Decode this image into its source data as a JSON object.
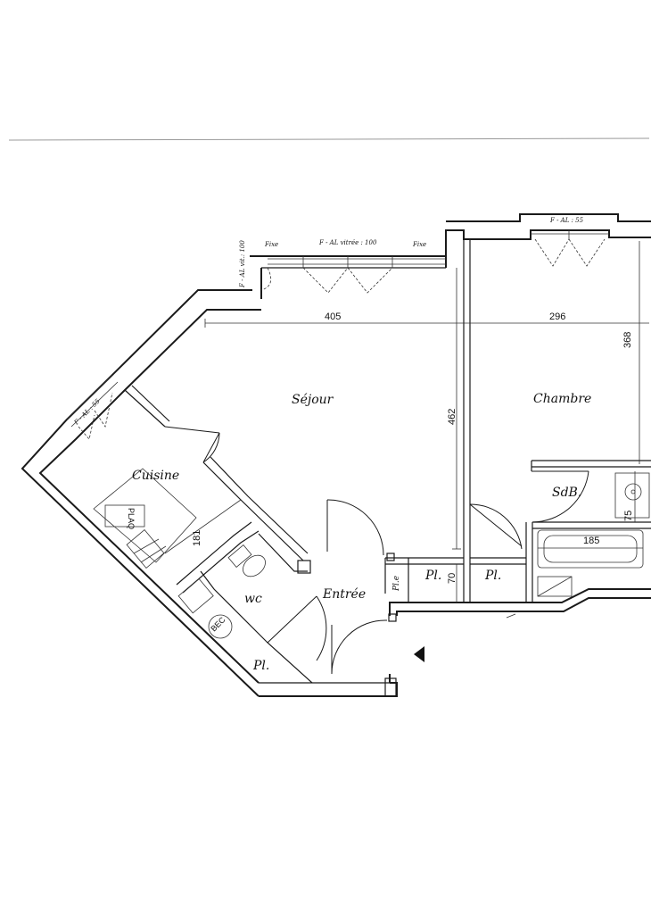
{
  "rooms": {
    "sejour": "Séjour",
    "chambre": "Chambre",
    "cuisine": "Cuisine",
    "sdb": "SdB.",
    "wc": "wc",
    "entree": "Entrée",
    "placard_1": "Pl.",
    "placard_2": "Pl.",
    "placard_3": "Pl.",
    "placard_e": "Pl.e"
  },
  "dimensions": {
    "sejour_width": "405",
    "chambre_width": "296",
    "chambre_depth": "368",
    "sejour_depth": "462",
    "kitchen_length": "181",
    "bath_length": "185",
    "bath_width": "75",
    "placard_depth": "70"
  },
  "windows": {
    "sejour_fixe_left": "Fixe",
    "sejour_main": "F - AL vitrée : 100",
    "sejour_fixe_right": "Fixe",
    "sejour_side": "F - AL vit.: 100",
    "chambre": "F - AL : 55",
    "cuisine": "F - AL : 55"
  },
  "appliances": {
    "cooktop": "PLAQ",
    "boiler": "BEC"
  }
}
